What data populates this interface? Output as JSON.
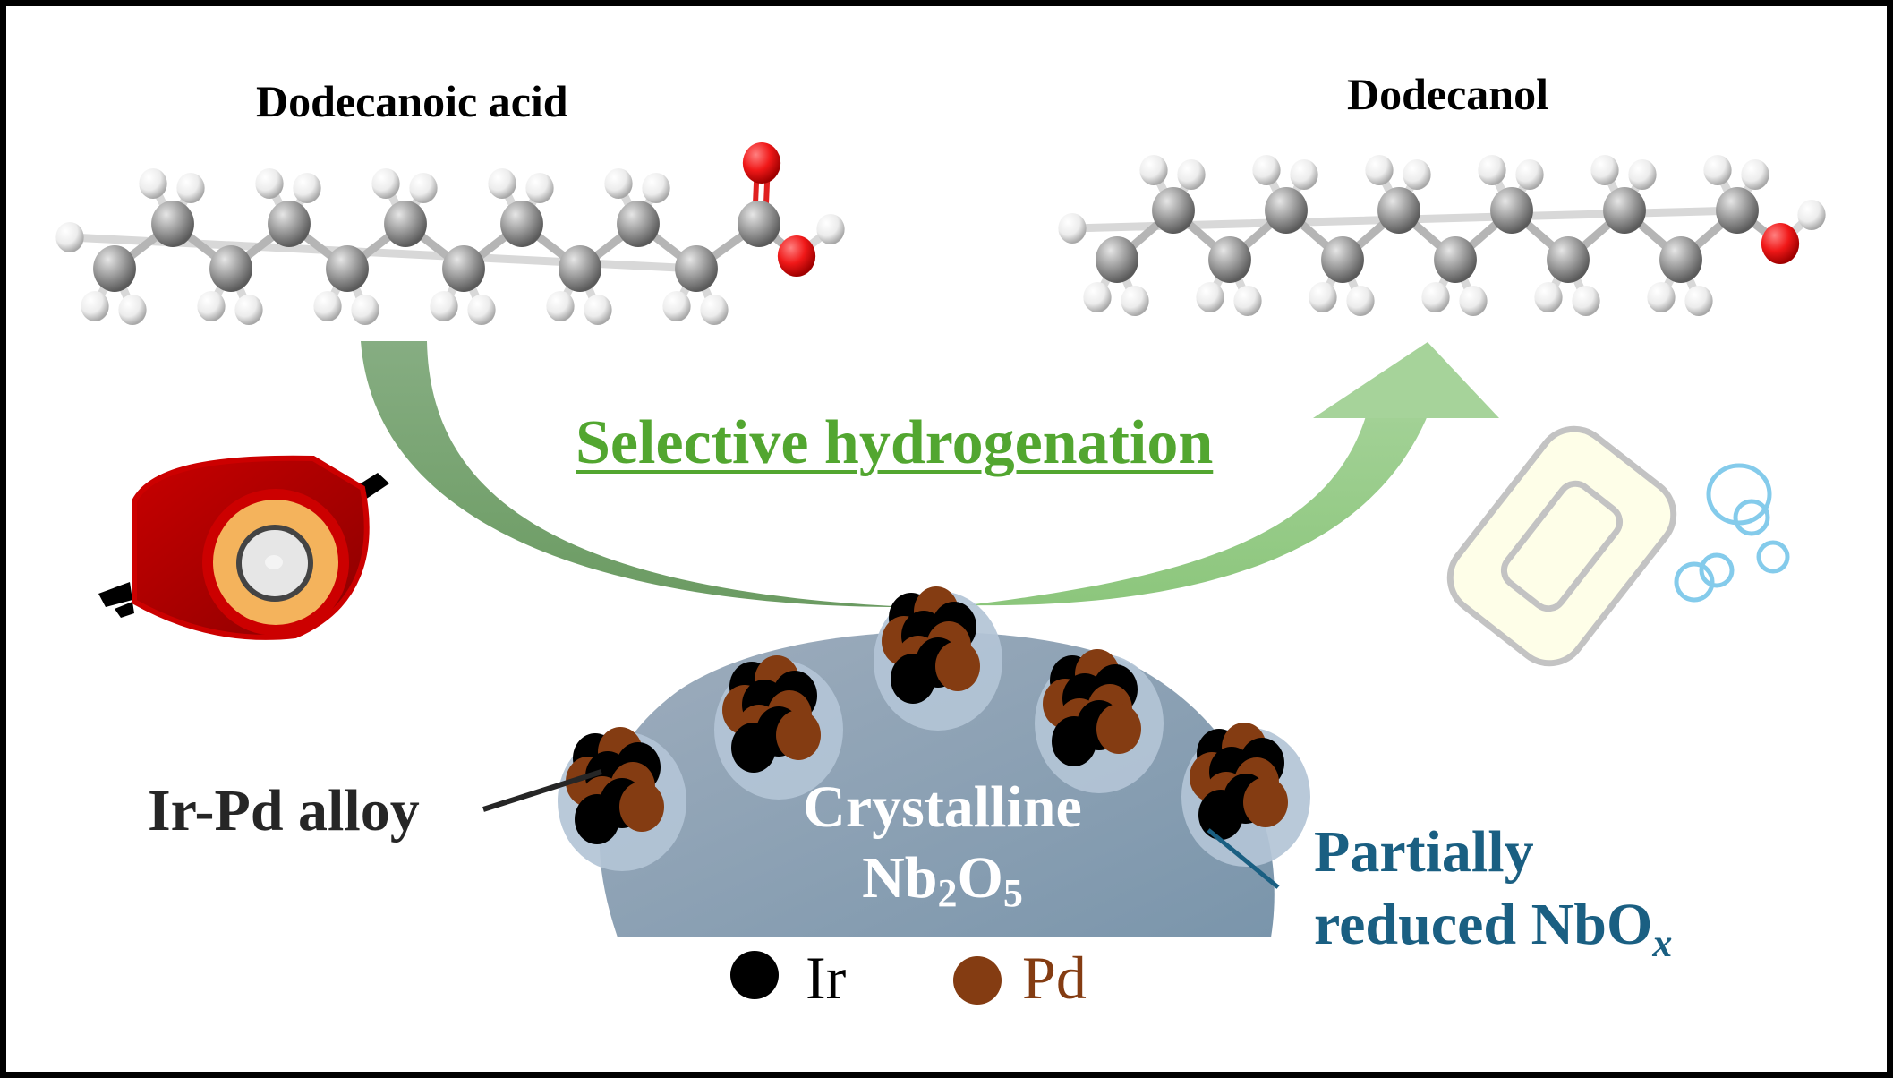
{
  "reactant": {
    "name": "Dodecanoic acid",
    "carbon_count": 12,
    "functional_group": "carboxylic acid (-COOH)"
  },
  "product": {
    "name": "Dodecanol",
    "carbon_count": 12,
    "functional_group": "alcohol (-OH)"
  },
  "reaction": {
    "label": "Selective hydrogenation",
    "color": "#52a630"
  },
  "catalyst": {
    "alloy_label": "Ir-Pd alloy",
    "support_line1": "Crystalline",
    "support_formula_base": "Nb",
    "support_sub1": "2",
    "support_formula_mid": "O",
    "support_sub2": "5",
    "interface_line1": "Partially",
    "interface_line2": "reduced NbO",
    "interface_sub": "x",
    "interface_color": "#1a5f82"
  },
  "legend": [
    {
      "symbol": "Ir",
      "color": "#000000"
    },
    {
      "symbol": "Pd",
      "color": "#843c12"
    }
  ],
  "icons": {
    "left": "palm-fruit-icon",
    "right": "soap-bar-icon"
  },
  "atom_colors": {
    "carbon": "#8a8a8a",
    "hydrogen": "#f2f2f2",
    "oxygen": "#e01010"
  }
}
